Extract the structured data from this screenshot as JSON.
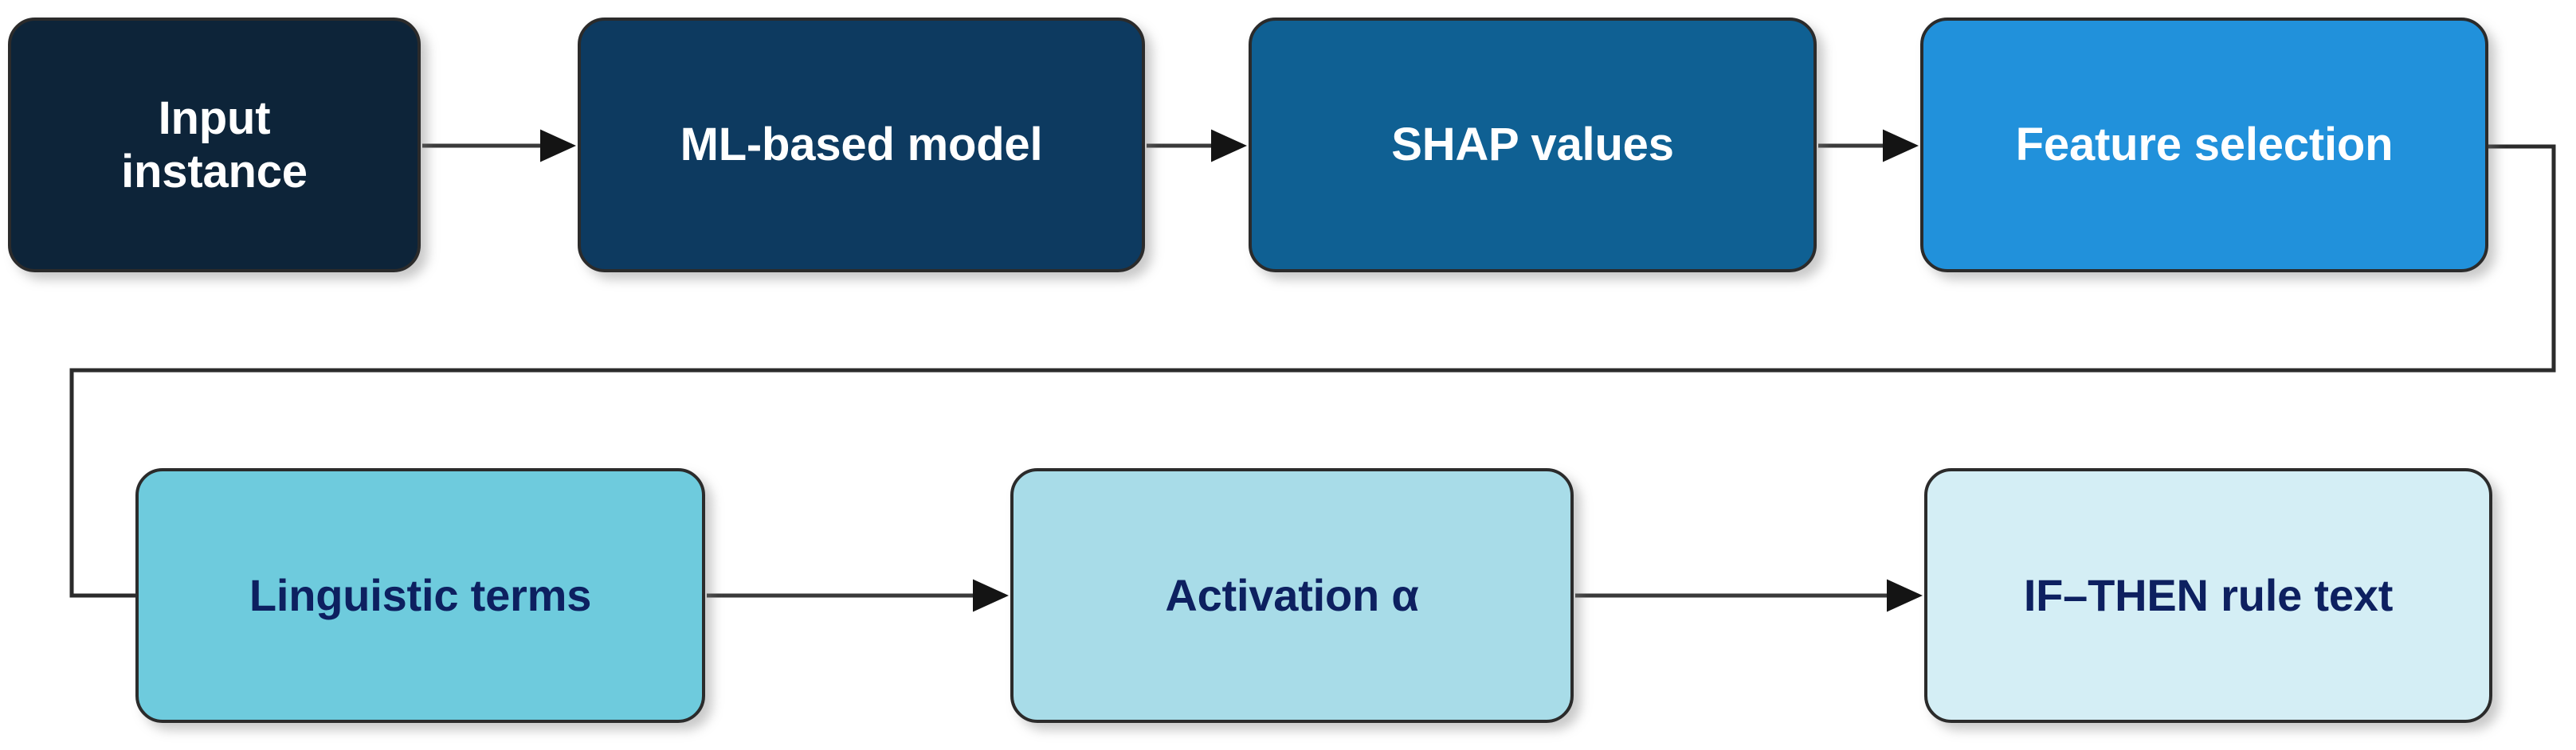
{
  "diagram": {
    "title": "SHAP-based fuzzy IF-THEN rule generation pipeline",
    "type": "flowchart",
    "background_color": "#ffffff",
    "edge_color": "#2b2b2b",
    "node_border_color": "#2b2b2b"
  },
  "nodes": [
    {
      "id": "input-instance",
      "label": "Input\ninstance",
      "row": "top",
      "order": 1,
      "fill": "#0d2439",
      "text_color": "#ffffff"
    },
    {
      "id": "ml-model",
      "label": "ML-based model",
      "row": "top",
      "order": 2,
      "fill": "#0d3a60",
      "text_color": "#ffffff"
    },
    {
      "id": "shap-values",
      "label": "SHAP values",
      "row": "top",
      "order": 3,
      "fill": "#0f6093",
      "text_color": "#ffffff"
    },
    {
      "id": "feature-selection",
      "label": "Feature selection",
      "row": "top",
      "order": 4,
      "fill": "#2191db",
      "text_color": "#ffffff"
    },
    {
      "id": "linguistic-terms",
      "label": "Linguistic terms",
      "row": "bottom",
      "order": 5,
      "fill": "#6ecbdd",
      "text_color": "#0d2060"
    },
    {
      "id": "activation",
      "label": "Activation α",
      "row": "bottom",
      "order": 6,
      "fill": "#a8dce8",
      "text_color": "#0d2060"
    },
    {
      "id": "rule-text",
      "label": "IF–THEN rule text",
      "row": "bottom",
      "order": 7,
      "fill": "#d4eef5",
      "text_color": "#0d2060"
    }
  ],
  "edges": [
    {
      "id": "e1",
      "from": "input-instance",
      "to": "ml-model",
      "style": "straight-arrow"
    },
    {
      "id": "e2",
      "from": "ml-model",
      "to": "shap-values",
      "style": "straight-arrow"
    },
    {
      "id": "e3",
      "from": "shap-values",
      "to": "feature-selection",
      "style": "straight-arrow"
    },
    {
      "id": "e4",
      "from": "feature-selection",
      "to": "linguistic-terms",
      "style": "orthogonal-wrap-no-arrowhead"
    },
    {
      "id": "e5",
      "from": "linguistic-terms",
      "to": "activation",
      "style": "straight-arrow"
    },
    {
      "id": "e6",
      "from": "activation",
      "to": "rule-text",
      "style": "straight-arrow"
    }
  ]
}
